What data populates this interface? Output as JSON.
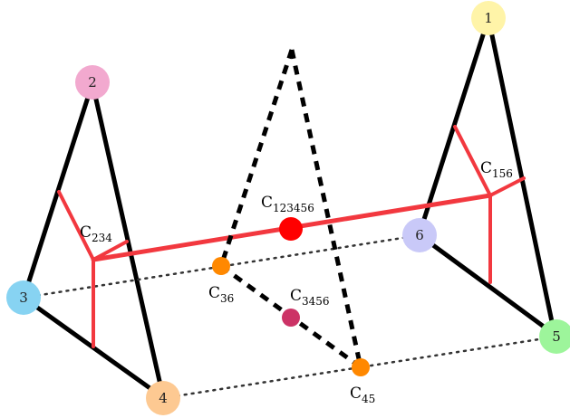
{
  "nodes": [
    {
      "id": "1",
      "color": "#fff4a8"
    },
    {
      "id": "2",
      "color": "#f2a9cf"
    },
    {
      "id": "3",
      "color": "#87d3f2"
    },
    {
      "id": "4",
      "color": "#fdc992"
    },
    {
      "id": "5",
      "color": "#9df59b"
    },
    {
      "id": "6",
      "color": "#c9c9f8"
    }
  ],
  "clusters": [
    {
      "base": "C",
      "sub": "234"
    },
    {
      "base": "C",
      "sub": "156"
    },
    {
      "base": "C",
      "sub": "123456"
    },
    {
      "base": "C",
      "sub": "36"
    },
    {
      "base": "C",
      "sub": "3456"
    },
    {
      "base": "C",
      "sub": "45"
    }
  ],
  "colors": {
    "edge": "#000000",
    "tree": "#f2383f",
    "root_node": "#ff0000",
    "merge_node": "#ff8800",
    "mid_node": "#cc3366",
    "dotted": "#333333"
  }
}
